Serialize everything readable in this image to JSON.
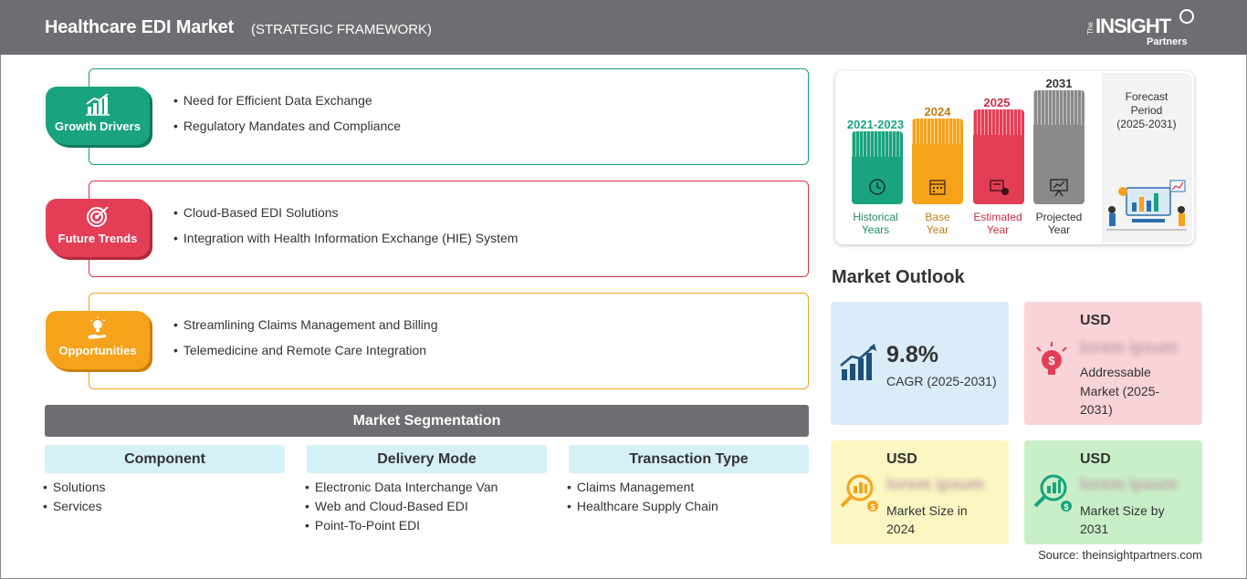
{
  "header": {
    "title": "Healthcare EDI Market",
    "subtitle": "(STRATEGIC FRAMEWORK)",
    "logo": {
      "the": "The",
      "insight": "INSIGHT",
      "partners": "Partners"
    }
  },
  "framework": [
    {
      "tag": "Growth Drivers",
      "color": "#1aa37f",
      "icon": "growth-chart-icon",
      "items": [
        "Need for Efficient Data Exchange",
        "Regulatory Mandates and Compliance"
      ]
    },
    {
      "tag": "Future Trends",
      "color": "#e43d56",
      "icon": "target-icon",
      "items": [
        "Cloud-Based EDI Solutions",
        "Integration with Health Information Exchange (HIE) System"
      ]
    },
    {
      "tag": "Opportunities",
      "color": "#f6a21b",
      "icon": "lightbulb-hand-icon",
      "items": [
        "Streamlining Claims Management and Billing",
        "Telemedicine and Remote Care Integration"
      ]
    }
  ],
  "segmentation": {
    "title": "Market Segmentation",
    "columns": [
      {
        "header": "Component",
        "items": [
          "Solutions",
          "Services"
        ]
      },
      {
        "header": "Delivery Mode",
        "items": [
          "Electronic Data Interchange Van",
          "Web and Cloud-Based EDI",
          "Point-To-Point EDI"
        ]
      },
      {
        "header": "Transaction Type",
        "items": [
          "Claims Management",
          "Healthcare Supply Chain"
        ]
      }
    ]
  },
  "timeline": {
    "periods": [
      {
        "year": "2021-2023",
        "label_1": "Historical",
        "label_2": "Years",
        "color": "#1aa37f",
        "icon": "history-icon"
      },
      {
        "year": "2024",
        "label_1": "Base",
        "label_2": "Year",
        "color": "#f6a21b",
        "icon": "calendar-icon"
      },
      {
        "year": "2025",
        "label_1": "Estimated",
        "label_2": "Year",
        "color": "#e43d56",
        "icon": "estimate-icon"
      },
      {
        "year": "2031",
        "label_1": "Projected",
        "label_2": "Year",
        "color": "#8a8a8a",
        "icon": "presentation-icon"
      }
    ],
    "forecast": {
      "line_1": "Forecast",
      "line_2": "Period",
      "line_3": "(2025-2031)"
    }
  },
  "outlook": {
    "title": "Market Outlook",
    "cagr": {
      "value": "9.8%",
      "label": "CAGR (2025-2031)",
      "icon": "rising-bars-icon"
    },
    "addressable": {
      "usd": "USD",
      "value": "lorem ipsum",
      "label_1": "Addressable",
      "label_2": "Market (2025-",
      "label_3": "2031)",
      "icon": "lightbulb-dollar-icon"
    },
    "size_2024": {
      "usd": "USD",
      "value": "lorem ipsum",
      "label_1": "Market Size in",
      "label_2": "2024",
      "icon": "magnifier-chart-icon"
    },
    "size_2031": {
      "usd": "USD",
      "value": "lorem ipsum",
      "label_1": "Market Size by",
      "label_2": "2031",
      "icon": "magnifier-growth-icon"
    }
  },
  "source": "Source: theinsightpartners.com"
}
